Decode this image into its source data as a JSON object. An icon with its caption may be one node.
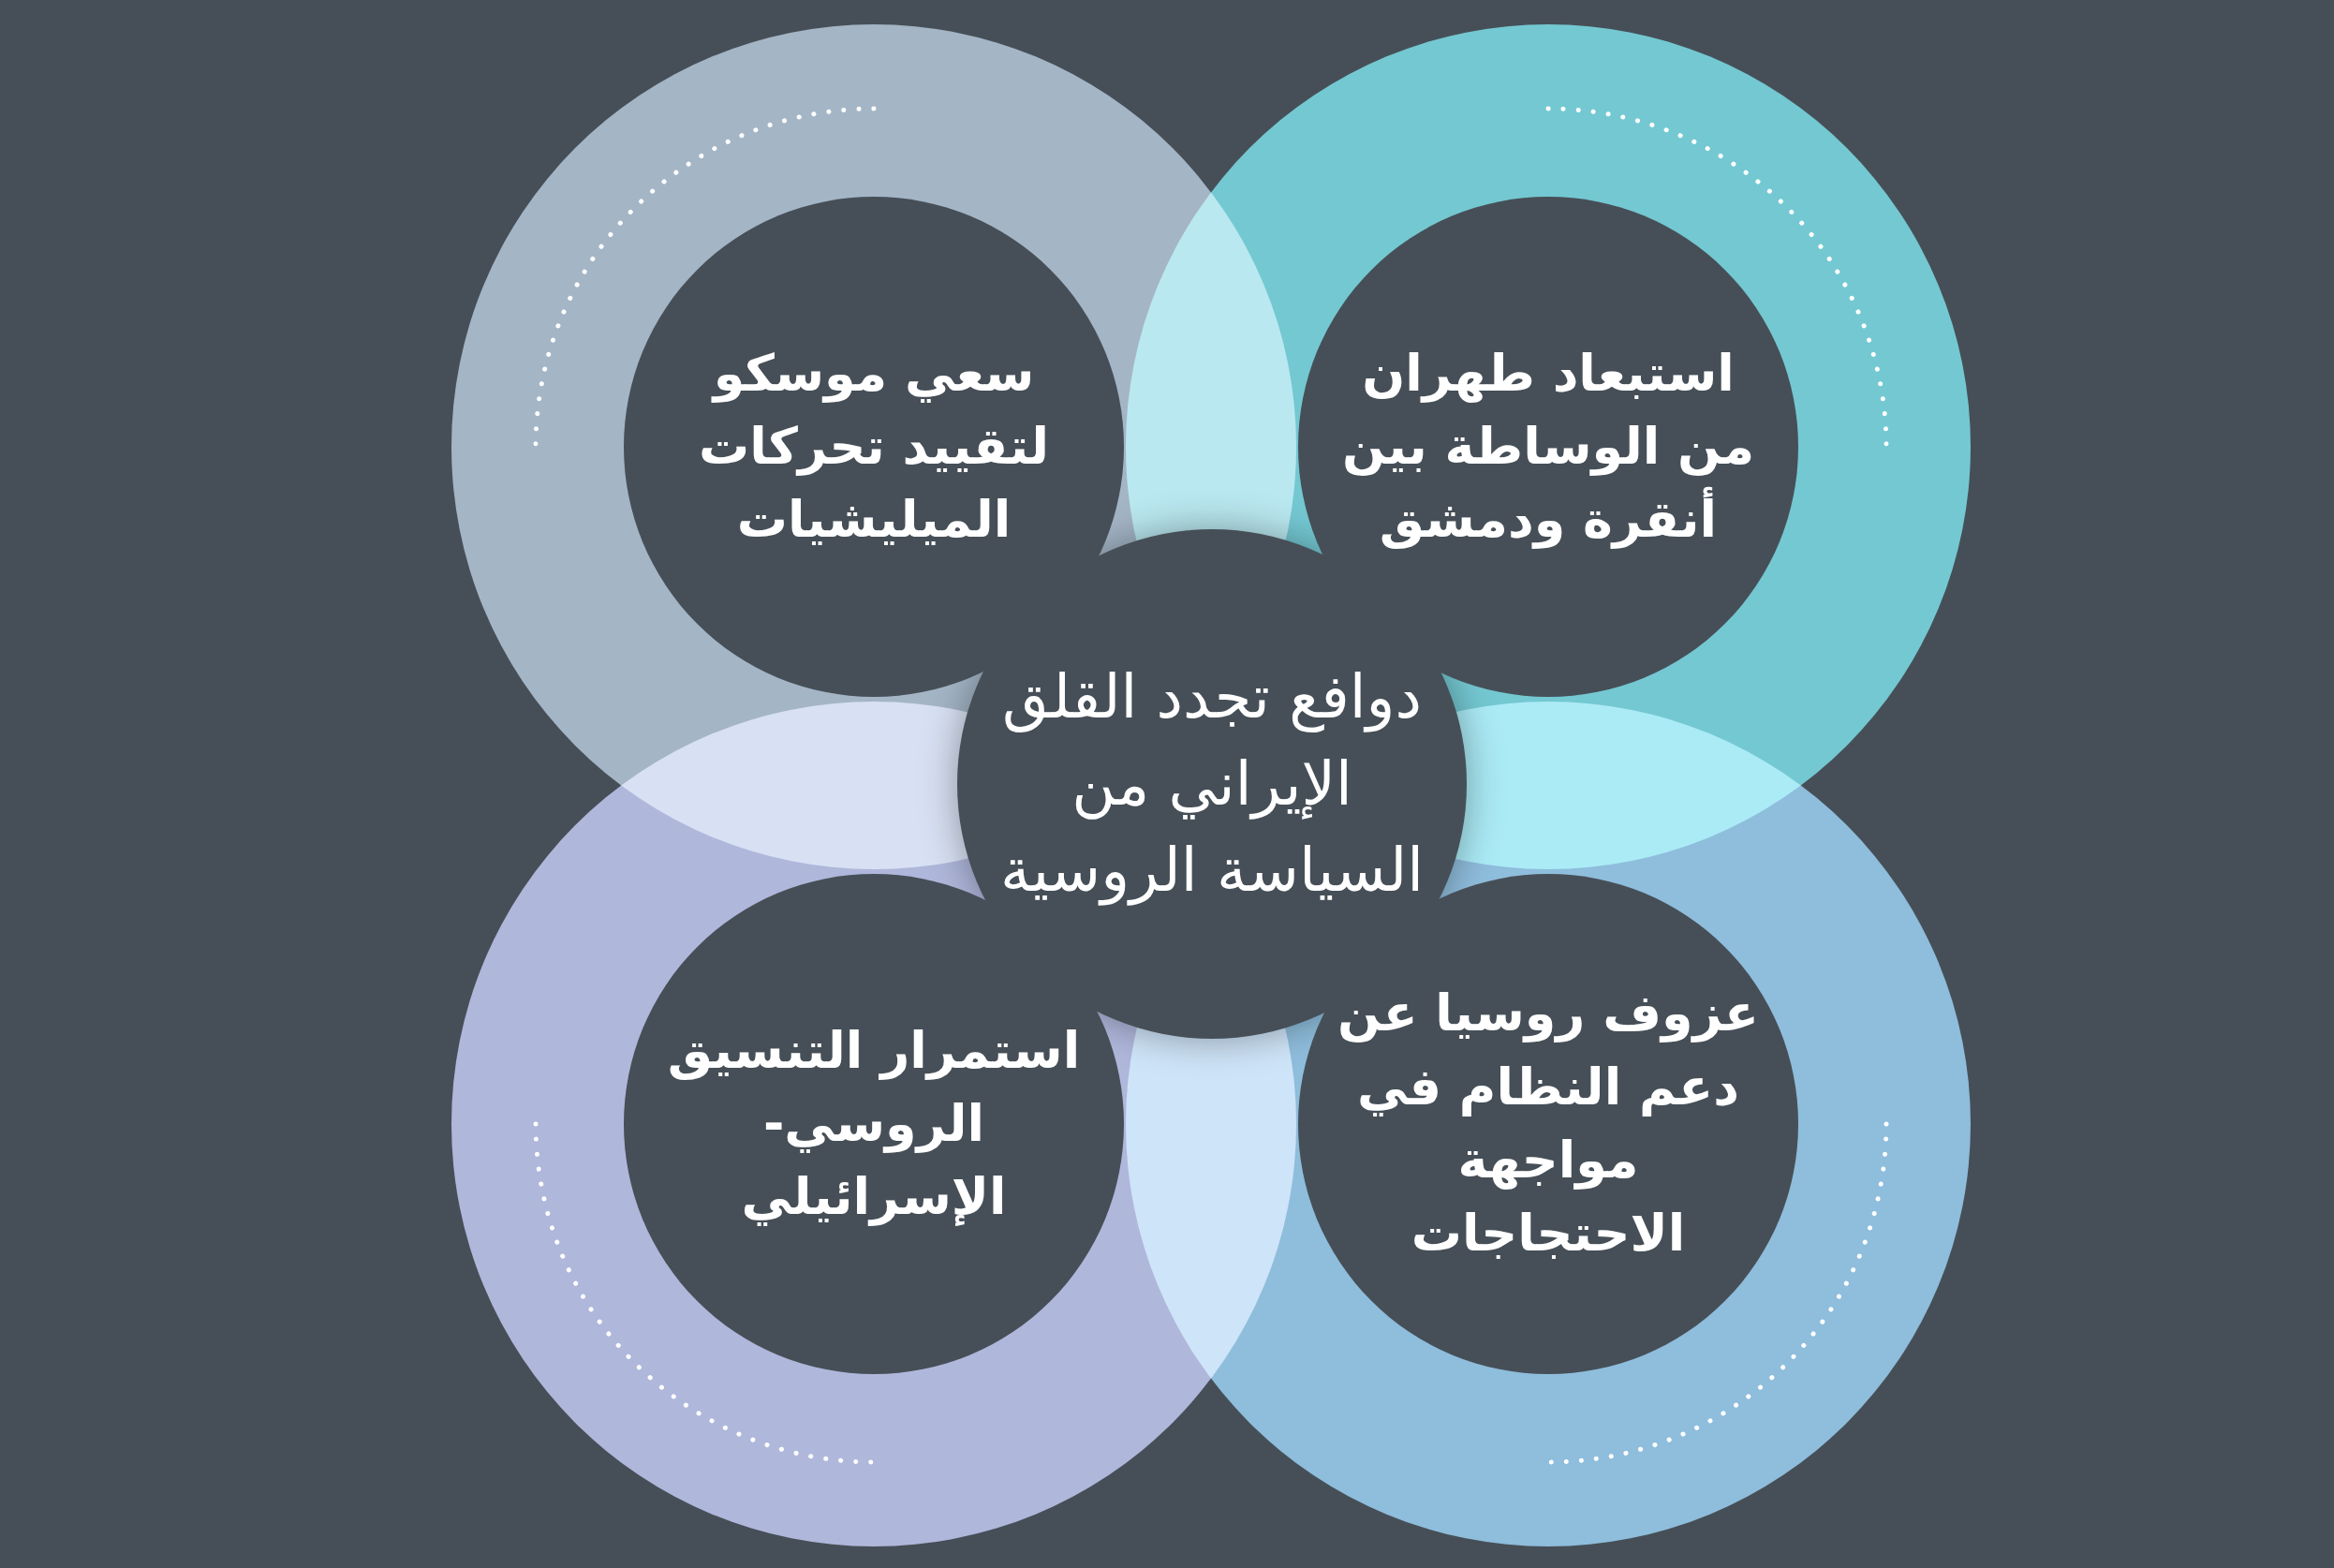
{
  "diagram": {
    "nodes": [
      {
        "text": [
          "دوافع تجدد القلق الإيراني من السياسة الروسية"
        ]
      },
      {
        "text": [
          "استبعاد طهران من الوساطة بين أنقرة ودمشق"
        ]
      },
      {
        "text": [
          "سعي موسكو لتقييد تحركات الميليشيات"
        ]
      },
      {
        "text": [
          "عزوف روسيا عن دعم النظام في مواجهة الاحتجاجات"
        ]
      },
      {
        "text": [
          "استمرار التنسيق الروسي-الإسرائيلي"
        ]
      }
    ]
  }
}
